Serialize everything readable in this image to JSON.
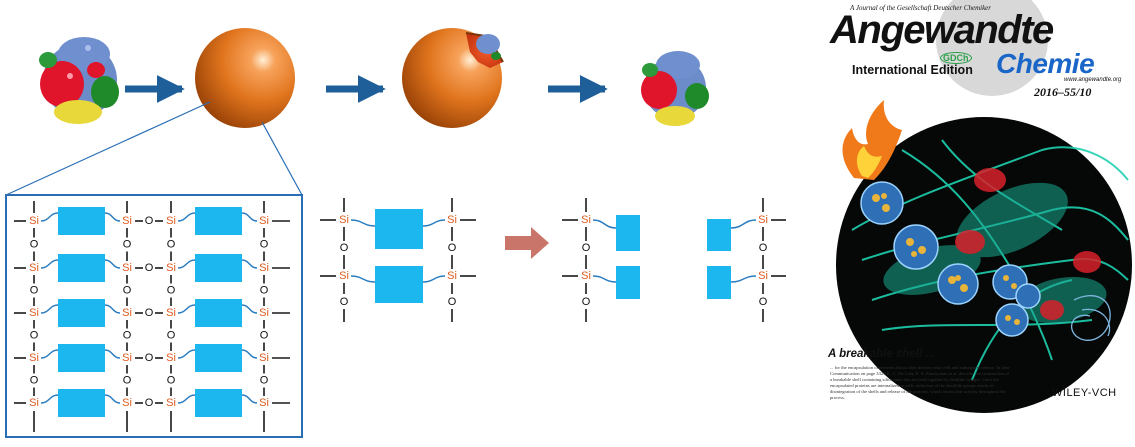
{
  "scheme": {
    "atom_si": "Si",
    "atom_o": "O",
    "colors": {
      "linker": "#1bb7ee",
      "silicon": "#e05a1e",
      "bond": "#1a1a1a",
      "arrow": "#1f5f99",
      "arrow_cleave": "#c9756a",
      "capsule": "#e0741d"
    }
  },
  "cover": {
    "journal_line": "A Journal of the Gesellschaft Deutscher Chemiker",
    "title_line1": "Angewandte",
    "title_line2": "Chemie",
    "society_logo": "GDCh",
    "edition": "International Edition",
    "website": "www.angewandte.org",
    "issue": "2016–55/10",
    "feature_title": "A breakable shell ...",
    "feature_text": "... for the encapsulation of proteins allows their delivery into cells and subsequent release. In their Communication on page 3323 ff., L. De Cola, E. A. Prasetyanto et al. describe the construction of a breakable shell containing silica units that are held together by disulfide bridges. Once the encapsulated proteins are internalized in cells, reduction of the disulfide groups results in disintegration of the shells and release of the proteins, which retain their activity throughout the process.",
    "publisher": "WILEY-VCH"
  }
}
